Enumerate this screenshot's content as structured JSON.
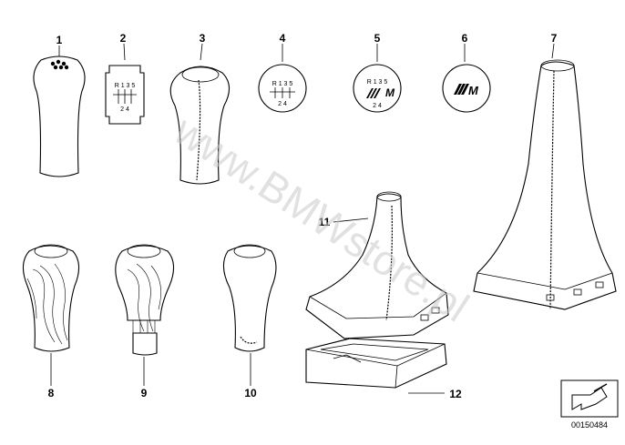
{
  "diagram": {
    "watermark": "www.BMWstore.pl",
    "reference_number": "00150484",
    "parts": [
      {
        "number": "1"
      },
      {
        "number": "2"
      },
      {
        "number": "3"
      },
      {
        "number": "4"
      },
      {
        "number": "5"
      },
      {
        "number": "6"
      },
      {
        "number": "7"
      },
      {
        "number": "8"
      },
      {
        "number": "9"
      },
      {
        "number": "10"
      },
      {
        "number": "11"
      },
      {
        "number": "12"
      }
    ],
    "shift_pattern": {
      "top_row": "R 1 3 5",
      "bottom_row": "2  4"
    },
    "emblem_text": "M"
  }
}
